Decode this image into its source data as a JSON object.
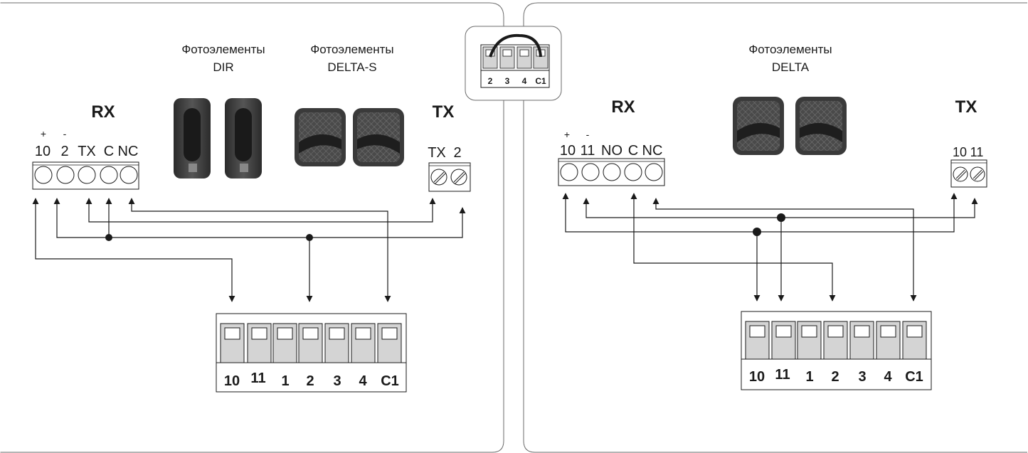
{
  "left_panel": {
    "photo_dir_label": [
      "Фотоэлементы",
      "DIR"
    ],
    "photo_delta_s_label": [
      "Фотоэлементы",
      "DELTA-S"
    ],
    "rx_title": "RX",
    "tx_title": "TX",
    "rx_polarity": [
      "+",
      "-"
    ],
    "rx_terminals": [
      "10",
      "2",
      "TX",
      "C",
      "NC"
    ],
    "tx_terminals": [
      "TX",
      "2"
    ],
    "board_terminals": [
      "10",
      "11",
      "1",
      "2",
      "3",
      "4",
      "C1"
    ]
  },
  "jumper_inset": {
    "terminals": [
      "2",
      "3",
      "4",
      "C1"
    ]
  },
  "right_panel": {
    "photo_delta_label": [
      "Фотоэлементы",
      "DELTA"
    ],
    "rx_title": "RX",
    "tx_title": "TX",
    "rx_polarity": [
      "+",
      "-"
    ],
    "rx_terminals": [
      "10",
      "11",
      "NO",
      "C",
      "NC"
    ],
    "tx_terminals": [
      "10",
      "11"
    ],
    "board_terminals": [
      "10",
      "11",
      "1",
      "2",
      "3",
      "4",
      "C1"
    ]
  }
}
